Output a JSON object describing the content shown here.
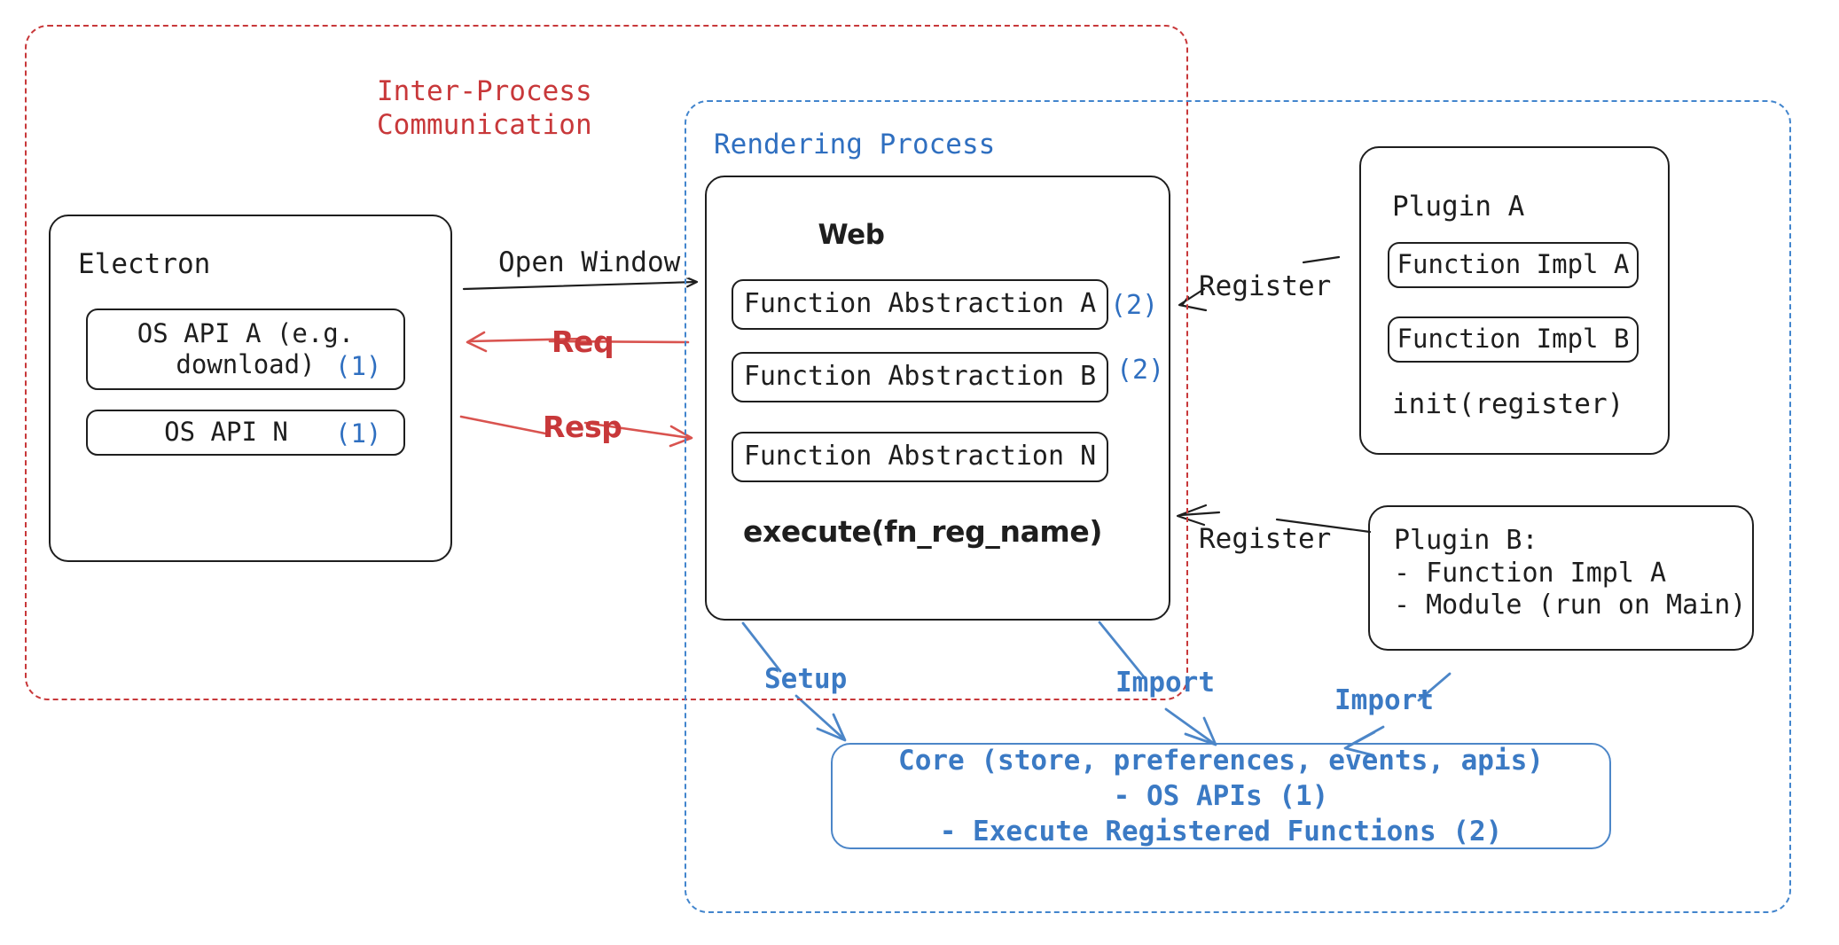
{
  "diagram": {
    "title_hidden": "",
    "colors": {
      "ink": "#1e1e1e",
      "red": "#c8383a",
      "blue": "#2f6fc0",
      "blue_soft": "#4c86c8",
      "blue_dash": "#4285cd",
      "white": "#ffffff"
    }
  },
  "containers": {
    "ipc": {
      "label": "Inter-Process\nCommunication",
      "style": "dashed",
      "color": "#c8383a"
    },
    "rendering": {
      "label": "Rendering Process",
      "style": "dashed",
      "color": "#4285cd"
    }
  },
  "electron": {
    "title": "Electron",
    "apis": [
      {
        "label": "OS API A (e.g.\ndownload)",
        "marker": "(1)"
      },
      {
        "label": "OS API N",
        "marker": "(1)"
      }
    ]
  },
  "web": {
    "title": "Web",
    "abstractions": [
      {
        "label": "Function Abstraction A",
        "marker": "(2)"
      },
      {
        "label": "Function Abstraction B",
        "marker": "(2)"
      },
      {
        "label": "Function Abstraction N",
        "marker": ""
      }
    ],
    "footer": "execute(fn_reg_name)"
  },
  "plugin_a": {
    "title": "Plugin A",
    "items": [
      {
        "label": "Function Impl A"
      },
      {
        "label": "Function Impl B"
      }
    ],
    "footer": "init(register)"
  },
  "plugin_b": {
    "lines": [
      "Plugin B:",
      "- Function Impl A",
      "- Module (run on Main)"
    ]
  },
  "core": {
    "lines": [
      "Core (store, preferences, events, apis)",
      "- OS APIs (1)",
      "- Execute Registered Functions (2)"
    ]
  },
  "arrows": [
    {
      "id": "open-window",
      "label": "Open Window",
      "color": "#1e1e1e",
      "direction": "electron-to-web"
    },
    {
      "id": "req",
      "label": "Req",
      "color": "#c8383a",
      "direction": "web-to-electron"
    },
    {
      "id": "resp",
      "label": "Resp",
      "color": "#c8383a",
      "direction": "electron-to-web"
    },
    {
      "id": "register-a",
      "label": "Register",
      "color": "#1e1e1e",
      "direction": "plugin-a-to-web"
    },
    {
      "id": "register-b",
      "label": "Register",
      "color": "#1e1e1e",
      "direction": "plugin-b-to-web"
    },
    {
      "id": "setup",
      "label": "Setup",
      "color": "#3b7ac4",
      "direction": "web-to-core"
    },
    {
      "id": "import-web",
      "label": "Import",
      "color": "#3b7ac4",
      "direction": "web-to-core"
    },
    {
      "id": "import-plugin-b",
      "label": "Import",
      "color": "#3b7ac4",
      "direction": "plugin-b-to-core"
    }
  ]
}
